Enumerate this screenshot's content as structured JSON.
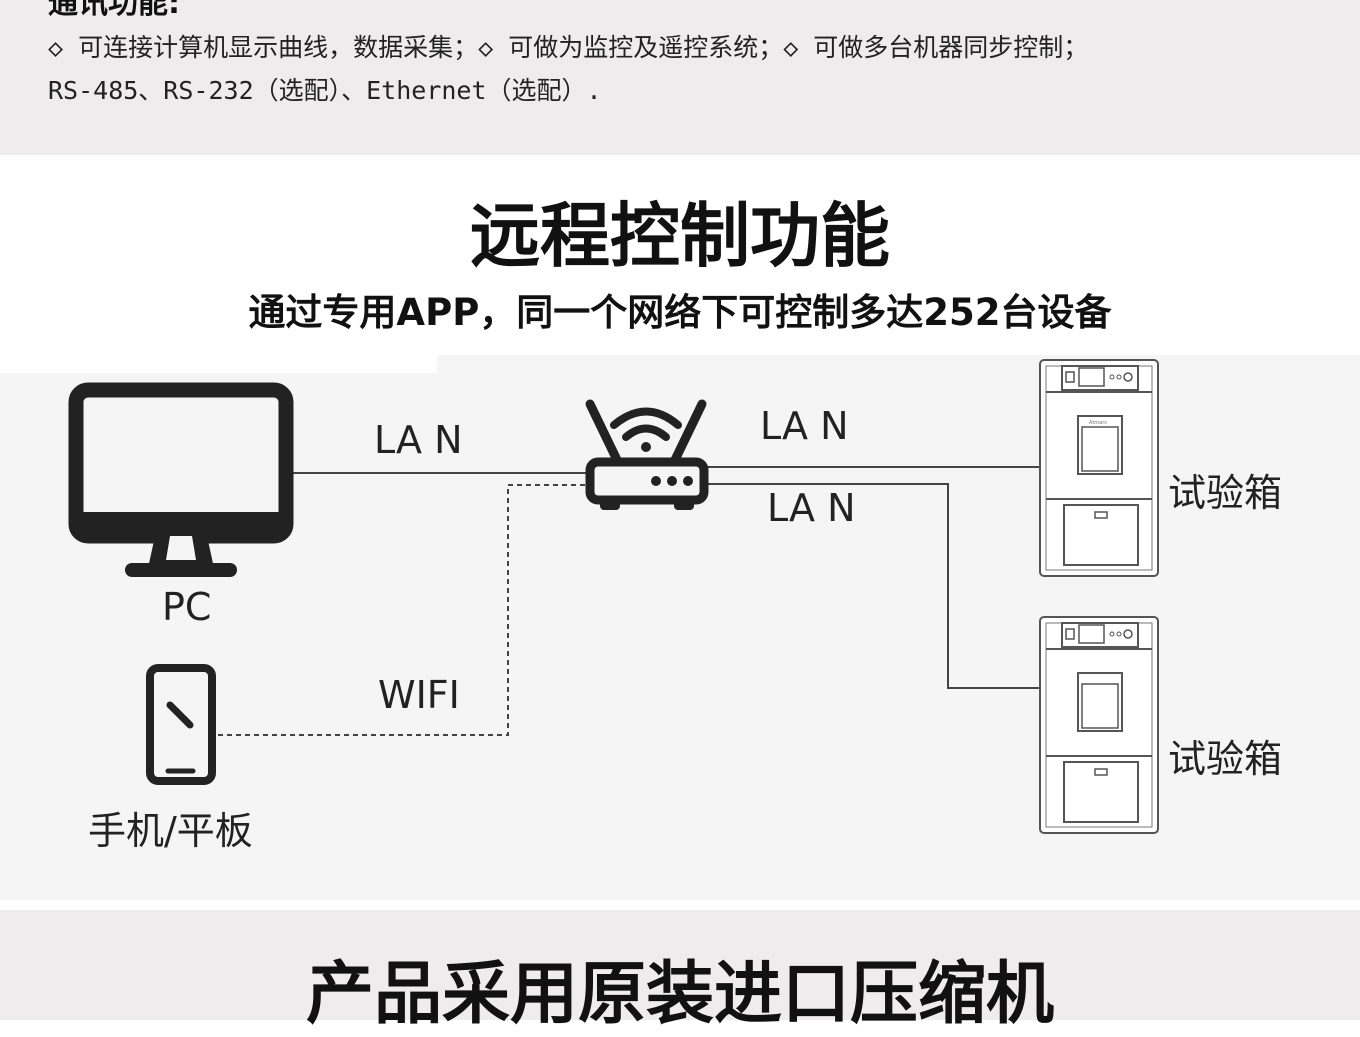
{
  "top_section": {
    "heading_cut": "通讯功能:",
    "line1": "◇ 可连接计算机显示曲线，数据采集；◇ 可做为监控及遥控系统；◇ 可做多台机器同步控制；",
    "line2": "RS-485、RS-232（选配）、Ethernet（选配）."
  },
  "remote": {
    "title": "远程控制功能",
    "subtitle": "通过专用APP，同一个网络下可控制多达252台设备"
  },
  "diagram": {
    "pc_label": "PC",
    "phone_label": "手机/平板",
    "lan_pc": "LA N",
    "lan_top": "LA N",
    "lan_bottom": "LA N",
    "wifi": "WIFI",
    "chamber1": "试验箱",
    "chamber2": "试验箱",
    "brand": "Atmars"
  },
  "bottom": {
    "title": "产品采用原装进口压缩机"
  }
}
